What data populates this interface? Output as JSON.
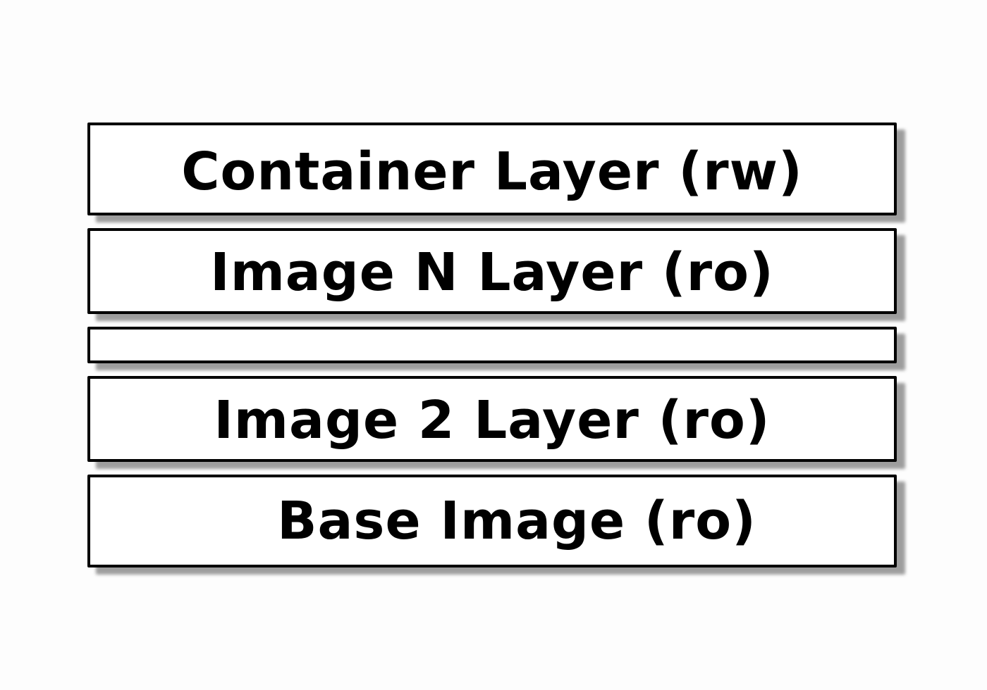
{
  "layers": [
    {
      "id": "container",
      "label": "Container Layer (rw)"
    },
    {
      "id": "image-n",
      "label": "Image N Layer (ro)"
    },
    {
      "id": "gap",
      "label": ""
    },
    {
      "id": "image-2",
      "label": "Image 2 Layer (ro)"
    },
    {
      "id": "base",
      "label": "Base Image (ro)"
    }
  ],
  "colors": {
    "border": "#000000",
    "fill": "#ffffff",
    "shadow": "#9a9a9a",
    "text": "#000000"
  }
}
